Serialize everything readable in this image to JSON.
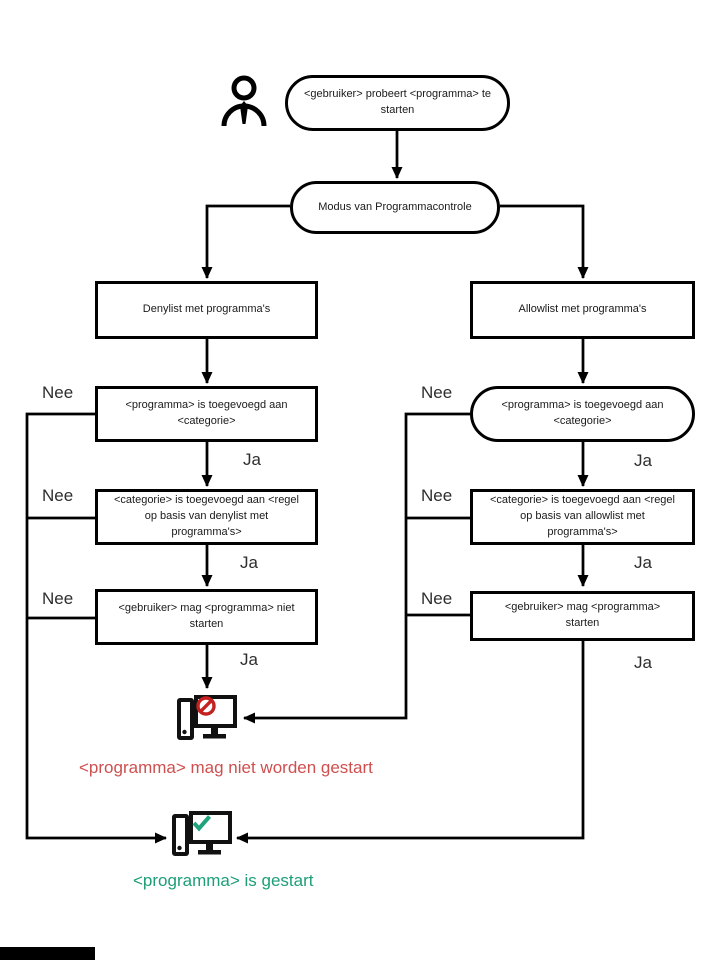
{
  "flow": {
    "start": "<gebruiker> probeert <programma> te starten",
    "mode": "Modus van Programmacontrole",
    "denylist": {
      "title": "Denylist met programma's",
      "check_program": "<programma> is toegevoegd aan <categorie>",
      "check_category": "<categorie> is toegevoegd aan <regel op basis van denylist met programma's>",
      "decision": "<gebruiker> mag <programma> niet starten"
    },
    "allowlist": {
      "title": "Allowlist met programma's",
      "check_program": "<programma> is toegevoegd aan <categorie>",
      "check_category": "<categorie> is toegevoegd aan <regel op basis van allowlist met programma's>",
      "decision": "<gebruiker> mag <programma> starten"
    },
    "outcomes": {
      "blocked": "<programma> mag niet worden gestart",
      "started": "<programma> is gestart"
    },
    "labels": {
      "yes": "Ja",
      "no": "Nee"
    },
    "icons": {
      "user": "user-icon",
      "blocked": "blocked-computer-icon",
      "started": "started-computer-icon"
    },
    "colors": {
      "line": "#000000",
      "blocked_text": "#cf4f4f",
      "blocked_sign": "#c42121",
      "started_text": "#1d9e78",
      "started_check": "#1fa37c"
    }
  }
}
